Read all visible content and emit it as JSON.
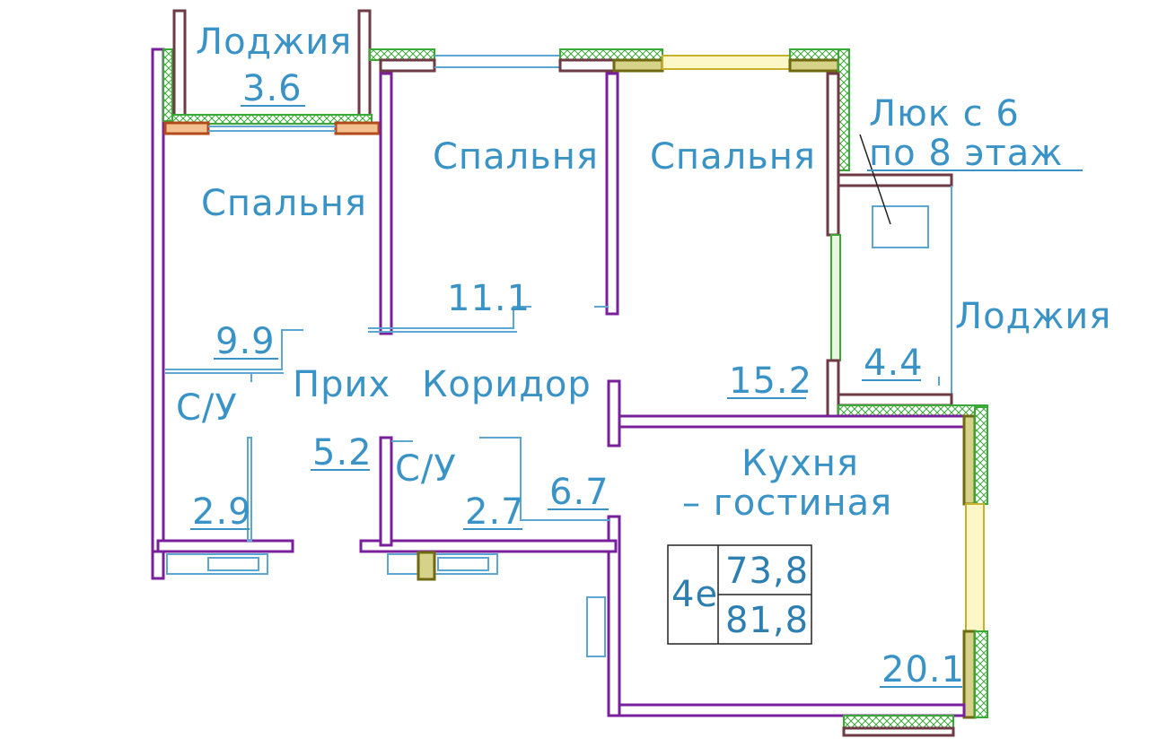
{
  "rooms": {
    "loggia_top": {
      "name": "Лоджия",
      "area": "3.6"
    },
    "bedroom_left": {
      "name": "Спальня",
      "area": "9.9"
    },
    "bedroom_mid": {
      "name": "Спальня",
      "area": "11.1"
    },
    "bedroom_right": {
      "name": "Спальня",
      "area": "15.2"
    },
    "loggia_right": {
      "name": "Лоджия",
      "area": "4.4"
    },
    "hall": {
      "name": "Прих",
      "area": "5.2"
    },
    "corridor": {
      "name": "Коридор",
      "area": "6.7"
    },
    "bath_left": {
      "name": "С/У",
      "area": "2.9"
    },
    "bath_mid": {
      "name": "С/У",
      "area": "2.7"
    },
    "kitchen": {
      "name_line1": "Кухня",
      "name_line2": "– гостиная",
      "area": "20.1"
    }
  },
  "hatch_note": {
    "line1": "Люк с 6",
    "line2": "по 8 этаж"
  },
  "summary": {
    "rooms_label": "4е",
    "living_area": "73,8",
    "total_area": "81,8"
  },
  "colors": {
    "wall": "#7a1f9b",
    "text": "#3a93c6",
    "hatch": "#3aa836",
    "frame": "#6e3a45"
  }
}
